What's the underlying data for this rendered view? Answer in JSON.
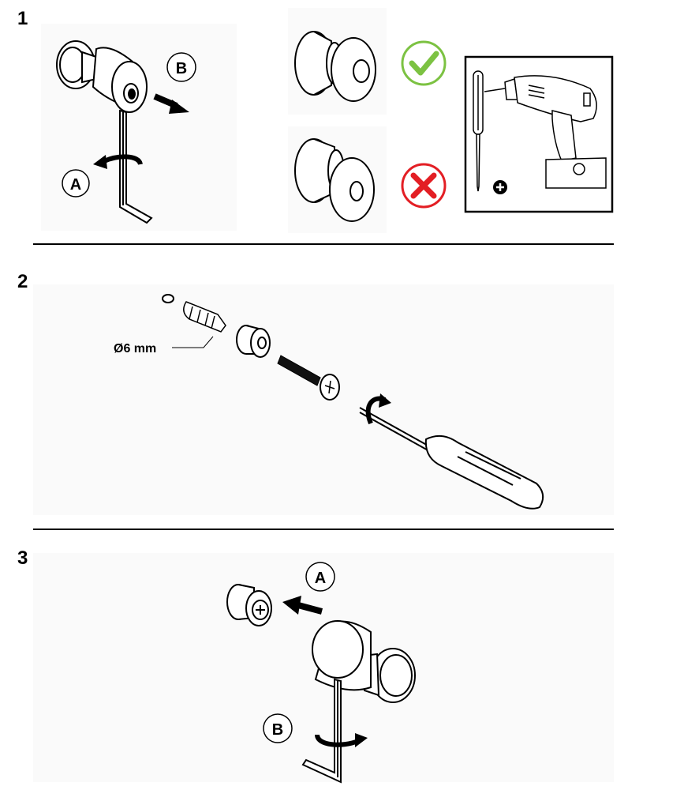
{
  "steps": [
    {
      "number": "1"
    },
    {
      "number": "2"
    },
    {
      "number": "3"
    }
  ],
  "step1": {
    "label_a": "A",
    "label_b": "B",
    "correct_icon": "check-circle-icon",
    "wrong_icon": "x-circle-icon",
    "plus_icon": "plus-circle-icon",
    "colors": {
      "correct": "#7cc242",
      "wrong": "#e31e24"
    }
  },
  "step2": {
    "diameter_label": "Ø6 mm"
  },
  "step3": {
    "label_a": "A",
    "label_b": "B"
  }
}
